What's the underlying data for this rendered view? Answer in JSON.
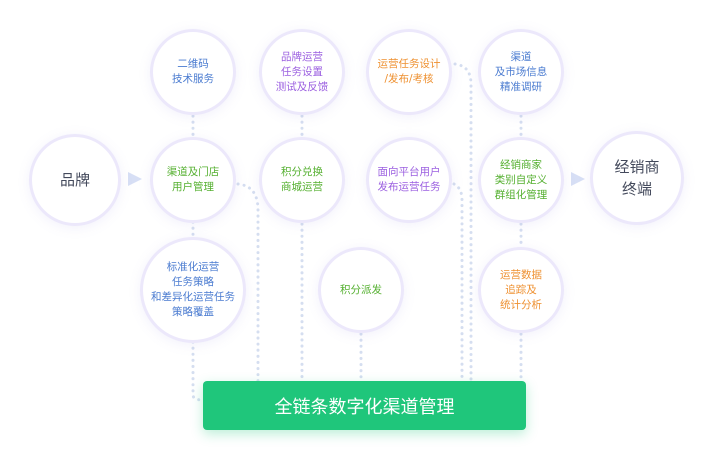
{
  "brand": {
    "lines": [
      "品牌"
    ]
  },
  "terminal": {
    "lines": [
      "经销商",
      "终端"
    ]
  },
  "nodes": {
    "qr": {
      "lines": [
        "二维码",
        "技术服务"
      ]
    },
    "channel_store": {
      "lines": [
        "渠道及门店",
        "用户管理"
      ]
    },
    "standard_ops": {
      "lines": [
        "标准化运营",
        "任务策略",
        "和差异化运营任务",
        "策略覆盖"
      ]
    },
    "brand_ops": {
      "lines": [
        "品牌运营",
        "任务设置",
        "测试及反馈"
      ]
    },
    "points_mall": {
      "lines": [
        "积分兑换",
        "商城运营"
      ]
    },
    "points_dispatch": {
      "lines": [
        "积分派发"
      ]
    },
    "task_design": {
      "lines": [
        "运营任务设计",
        "/发布/考核"
      ]
    },
    "platform_users": {
      "lines": [
        "面向平台用户",
        "发布运营任务"
      ]
    },
    "market_research": {
      "lines": [
        "渠道",
        "及市场信息",
        "精准调研"
      ]
    },
    "dealer_group": {
      "lines": [
        "经销商家",
        "类别自定义",
        "群组化管理"
      ]
    },
    "data_tracking": {
      "lines": [
        "运营数据",
        "追踪及",
        "统计分析"
      ]
    }
  },
  "bar": {
    "label": "全链条数字化渠道管理"
  },
  "colors": {
    "blue": "#4a7bd0",
    "purple": "#9b5fe0",
    "orange": "#ee9030",
    "green": "#55b030",
    "bar": "#1fc67b"
  }
}
